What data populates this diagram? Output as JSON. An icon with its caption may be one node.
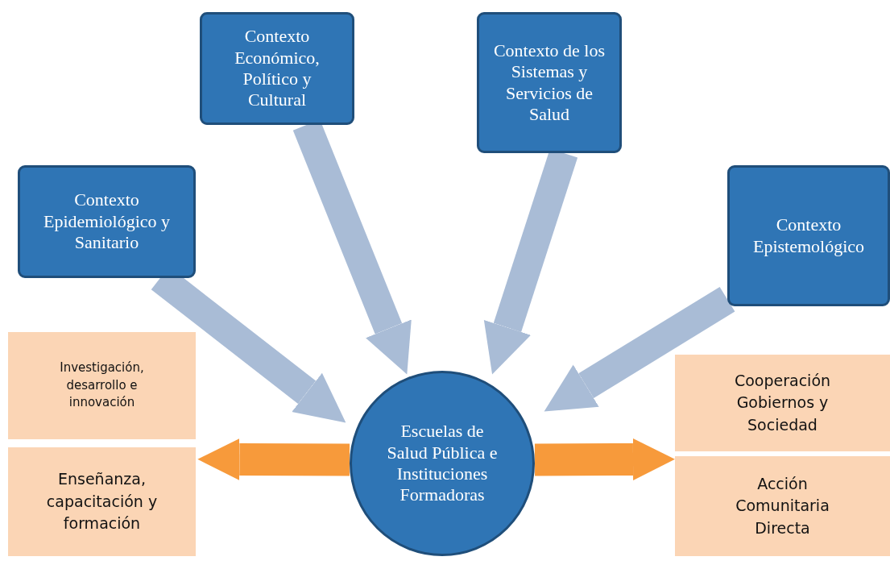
{
  "diagram": {
    "nodes": [
      {
        "text": [
          "Contexto Epidemiológico y Sanitario"
        ]
      },
      {
        "text": [
          "Contexto Económico, Político y Cultural"
        ]
      },
      {
        "text": [
          "Contexto de los Sistemas y Servicios de Salud"
        ]
      },
      {
        "text": [
          "Contexto Epistemológico"
        ]
      },
      {
        "text": [
          "Escuelas de Salud Pública e Instituciones Formadoras"
        ]
      },
      {
        "text": [
          "Investigación, desarrollo e innovación"
        ]
      },
      {
        "text": [
          "Enseñanza, capacitación y formación"
        ]
      },
      {
        "text": [
          "Cooperación Gobiernos y Sociedad"
        ]
      },
      {
        "text": [
          "Acción Comunitaria Directa"
        ]
      }
    ],
    "edges": [
      {
        "from": 0,
        "to": 4,
        "arrow": "to"
      },
      {
        "from": 1,
        "to": 4,
        "arrow": "to"
      },
      {
        "from": 2,
        "to": 4,
        "arrow": "to"
      },
      {
        "from": 3,
        "to": 4,
        "arrow": "to"
      },
      {
        "from": 4,
        "to": 6,
        "arrow": "to",
        "color": "#f79a3b"
      },
      {
        "from": 4,
        "to": 8,
        "arrow": "to",
        "color": "#f79a3b"
      }
    ]
  }
}
